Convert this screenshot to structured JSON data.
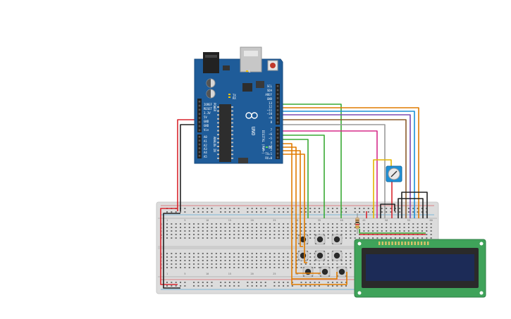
{
  "board": {
    "model": "UNO",
    "brand_icon": "arduino-infinity-icon",
    "power_labels": [
      "IOREF",
      "RESET",
      "3.3V",
      "5V",
      "GND",
      "GND",
      "Vin"
    ],
    "analog_labels": [
      "A0",
      "A1",
      "A2",
      "A3",
      "A4",
      "A5"
    ],
    "digital_top_labels": [
      "SCL",
      "SDA",
      "AREF",
      "GND",
      "13",
      "12",
      "~11",
      "~10",
      "~9",
      "8"
    ],
    "digital_bottom_labels": [
      "7",
      "~6",
      "~5",
      "4",
      "~3",
      "2",
      "TX▸1",
      "RX◂0"
    ],
    "digital_header": "DIGITAL (PWM~)",
    "analog_header": "ANALOG IN",
    "power_header": "POWER",
    "tx_label": "TX",
    "rx_label": "RX",
    "l_label": "L",
    "on_label": "ON"
  },
  "breadboard": {
    "column_numbers": [
      "1",
      "5",
      "10",
      "15",
      "20",
      "25",
      "30",
      "35",
      "40",
      "45",
      "50",
      "55",
      "60"
    ],
    "row_letters_top": [
      "j",
      "i",
      "h",
      "g",
      "f"
    ],
    "row_letters_bottom": [
      "e",
      "d",
      "c",
      "b",
      "a"
    ]
  },
  "lcd": {
    "type": "16x2",
    "pin_count": 16
  },
  "colors": {
    "board_blue": "#1f5c99",
    "board_edge": "#174a7d",
    "breadboard": "#dcdcdc",
    "lcd_green": "#3fa35a",
    "lcd_screen": "#1c2b57",
    "wire_red": "#d9272e",
    "wire_black": "#222222",
    "wire_green": "#3aaa35",
    "wire_orange": "#e07b00",
    "wire_blue": "#1c8fd6",
    "wire_purple": "#7b4bb3",
    "wire_brown": "#8a5a2b",
    "wire_gray": "#9a9a9a",
    "wire_magenta": "#d62d8a",
    "wire_yellow": "#e3b600"
  }
}
